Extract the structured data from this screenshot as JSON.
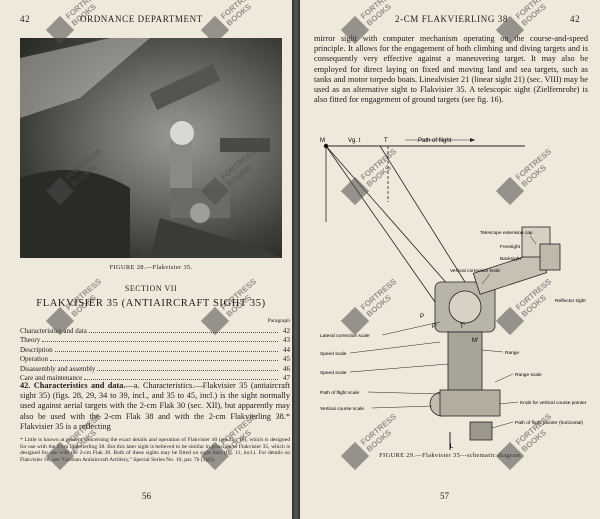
{
  "left_page": {
    "header": "ORDNANCE DEPARTMENT",
    "header_page": "42",
    "figure_caption": "FIGURE 28.—Flakvisier 35.",
    "section": "SECTION VII",
    "title": "FLAKVISIER 35 (ANTIAIRCRAFT SIGHT 35)",
    "toc_header": "Paragraph",
    "toc": [
      {
        "label": "Characteristics and data",
        "page": "42"
      },
      {
        "label": "Theory",
        "page": "43"
      },
      {
        "label": "Description",
        "page": "44"
      },
      {
        "label": "Operation",
        "page": "45"
      },
      {
        "label": "Disassembly and assembly",
        "page": "46"
      },
      {
        "label": "Care and maintenance",
        "page": "47"
      }
    ],
    "para_heading": "42. Characteristics and data.",
    "para_text": "—a. Characteristics.—Flakvisier 35 (antiaircraft sight 35) (figs. 28, 29, 34 to 39, incl., and 35 to 45, incl.) is the sight normally used against aerial targets with the 2-cm Flak 30 (sec. XII), but apparently may also be used with the 2-cm Flak 38 and with the 2-cm Flakvierling 38.* Flakvisier 35 is a reflecting",
    "footnote": "* Little is known at present concerning the exact details and operation of Flakvisier 40 (see fig. 16), which is designed for use with the 2-cm Flakvierling 38. But this later sight is believed to be similar in principle to Flakvisier 35, which is designed for use with the 2-cm Flak 30. Both of these sights may be fitted on sight bars (fig. 11, incl.). For details on Flakvisier 38, see \"German Antiaircraft Artillery,\" Special Series No. 10, par. 7b (3)(b).",
    "page_number": "56"
  },
  "right_page": {
    "header": "2-CM FLAKVIERLING 38",
    "header_page": "42",
    "body_text": "mirror sight with computer mechanism operating on the course-and-speed principle. It allows for the engagement of both climbing and diving targets and is consequently very effective against a maneuvering target. It may also be employed for direct laying on fixed and moving land and sea targets, such as tanks and motor torpedo boats. Linealvisier 21 (linear sight 21) (sec. VIII) may be used as an alternative sight to Flakvisier 35. A telescopic sight (Zielfernrohr) is also fitted for engagement of ground targets (see fig. 16).",
    "figure_caption": "FIGURE 29.—Flakvisier 35—schematic diagram.",
    "page_number": "57",
    "diagram": {
      "top_labels": {
        "m": "M",
        "vg": "Vg. t",
        "t": "T",
        "path": "Path of flight"
      },
      "mid_labels": {
        "p": "P",
        "p_prime": "P'",
        "m_prime": "M'",
        "t_prime": "T'",
        "l": "L"
      },
      "left_callouts": [
        "Lateral correction scale",
        "Speed scale",
        "Speed scale",
        "Path of flight scale",
        "Vertical course scale"
      ],
      "right_callouts": [
        "Telescope extension cap",
        "Foresight",
        "Backsight",
        "Vertical correction knob",
        "Reflector sight",
        "Range",
        "Range scale",
        "Knob for vertical course pointer",
        "Path of flight pointer (horizontal)"
      ]
    }
  },
  "watermark": {
    "line1": "FORTRESS",
    "line2": "BOOKS"
  }
}
